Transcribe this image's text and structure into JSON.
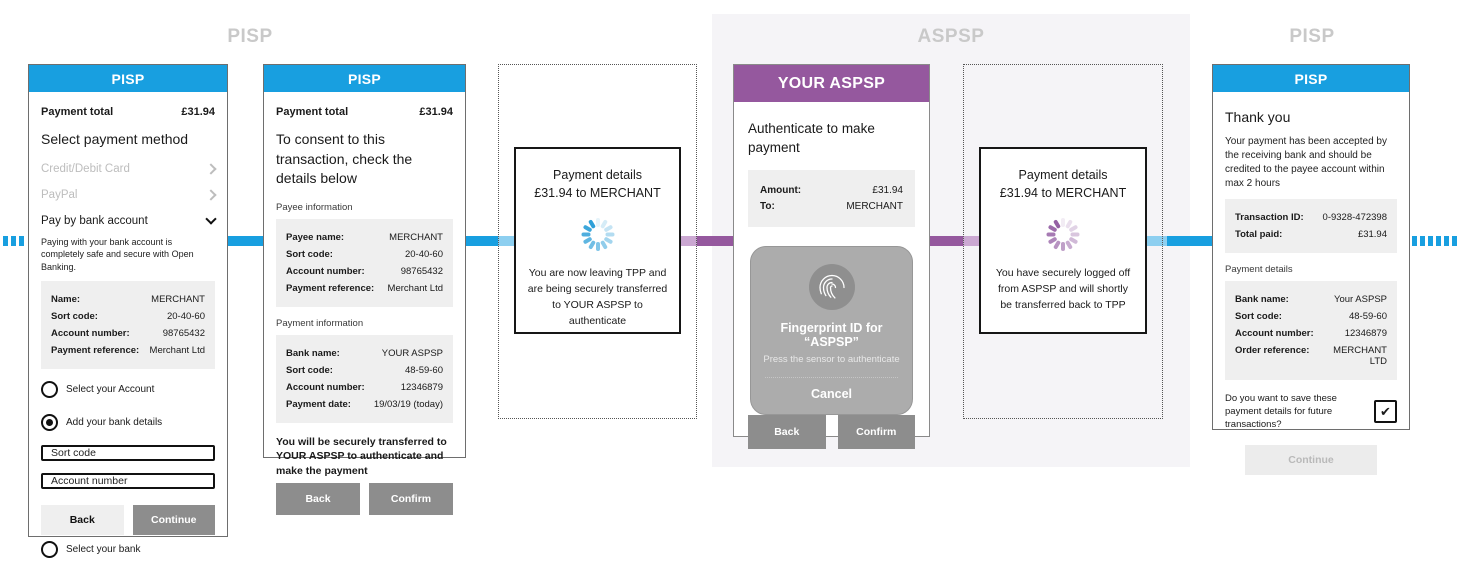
{
  "lanes": {
    "pisp_left": "PISP",
    "aspsp": "ASPSP",
    "pisp_right": "PISP"
  },
  "colors": {
    "blue": "#189FE0",
    "light_blue": "#8DCFF0",
    "purple": "#95589E",
    "light_purple": "#CBA8D2",
    "panel_gray": "#EFEFEF"
  },
  "icons": {
    "chevron_right": "css-shape",
    "chevron_down": "css-shape",
    "spinner": "css-shape",
    "fingerprint": "svg",
    "checkbox_check": "✔"
  },
  "screen_select": {
    "header": "PISP",
    "payment_total_label": "Payment total",
    "payment_total_value": "£31.94",
    "title": "Select payment method",
    "method_card": "Credit/Debit Card",
    "method_paypal": "PayPal",
    "method_bank": "Pay by bank account",
    "bank_note": "Paying with your bank account is completely safe and secure with Open Banking.",
    "account_rows": [
      {
        "label": "Name:",
        "value": "MERCHANT"
      },
      {
        "label": "Sort code:",
        "value": "20-40-60"
      },
      {
        "label": "Account number:",
        "value": "98765432"
      },
      {
        "label": "Payment reference:",
        "value": "Merchant Ltd"
      }
    ],
    "radio_select_account": "Select your Account",
    "radio_add_details": "Add your bank details",
    "sort_code_placeholder": "Sort code",
    "account_number_placeholder": "Account number",
    "back_label": "Back",
    "continue_label": "Continue",
    "radio_select_bank": "Select your bank"
  },
  "screen_consent": {
    "header": "PISP",
    "payment_total_label": "Payment total",
    "payment_total_value": "£31.94",
    "title": "To consent to this transaction, check the details below",
    "payee_section_label": "Payee information",
    "payee_rows": [
      {
        "label": "Payee name:",
        "value": "MERCHANT"
      },
      {
        "label": "Sort code:",
        "value": "20-40-60"
      },
      {
        "label": "Account number:",
        "value": "98765432"
      },
      {
        "label": "Payment reference:",
        "value": "Merchant Ltd"
      }
    ],
    "payment_section_label": "Payment information",
    "payment_rows": [
      {
        "label": "Bank name:",
        "value": "YOUR ASPSP"
      },
      {
        "label": "Sort code:",
        "value": "48-59-60"
      },
      {
        "label": "Account number:",
        "value": "12346879"
      },
      {
        "label": "Payment date:",
        "value": "19/03/19 (today)"
      }
    ],
    "transfer_note": "You will be securely transferred to YOUR ASPSP to authenticate and make the payment",
    "back_label": "Back",
    "confirm_label": "Confirm"
  },
  "transfer_to_aspsp": {
    "title_line1": "Payment details",
    "title_line2": "£31.94 to MERCHANT",
    "message": "You are now leaving TPP and are being securely transferred to YOUR ASPSP to authenticate"
  },
  "screen_authenticate": {
    "header": "YOUR ASPSP",
    "title": "Authenticate to make payment",
    "amount_rows": [
      {
        "label": "Amount:",
        "value": "£31.94"
      },
      {
        "label": "To:",
        "value": "MERCHANT"
      }
    ],
    "fingerprint_title": "Fingerprint ID for “ASPSP”",
    "fingerprint_subtitle": "Press the sensor to authenticate",
    "cancel_label": "Cancel",
    "back_label": "Back",
    "confirm_label": "Confirm"
  },
  "transfer_to_tpp": {
    "title_line1": "Payment details",
    "title_line2": "£31.94 to MERCHANT",
    "message": "You have securely logged off from ASPSP and will shortly be transferred back to TPP"
  },
  "screen_thank_you": {
    "header": "PISP",
    "title": "Thank you",
    "message": "Your payment has been accepted by the receiving bank and should be credited to the payee account within max 2 hours",
    "summary_rows": [
      {
        "label": "Transaction ID:",
        "value": "0-9328-472398"
      },
      {
        "label": "Total paid:",
        "value": "£31.94"
      }
    ],
    "details_section_label": "Payment details",
    "details_rows": [
      {
        "label": "Bank name:",
        "value": "Your ASPSP"
      },
      {
        "label": "Sort code:",
        "value": "48-59-60"
      },
      {
        "label": "Account number:",
        "value": "12346879"
      },
      {
        "label": "Order reference:",
        "value": "MERCHANT LTD"
      }
    ],
    "save_question": "Do you want to save these payment details for future transactions?",
    "continue_label": "Continue"
  }
}
